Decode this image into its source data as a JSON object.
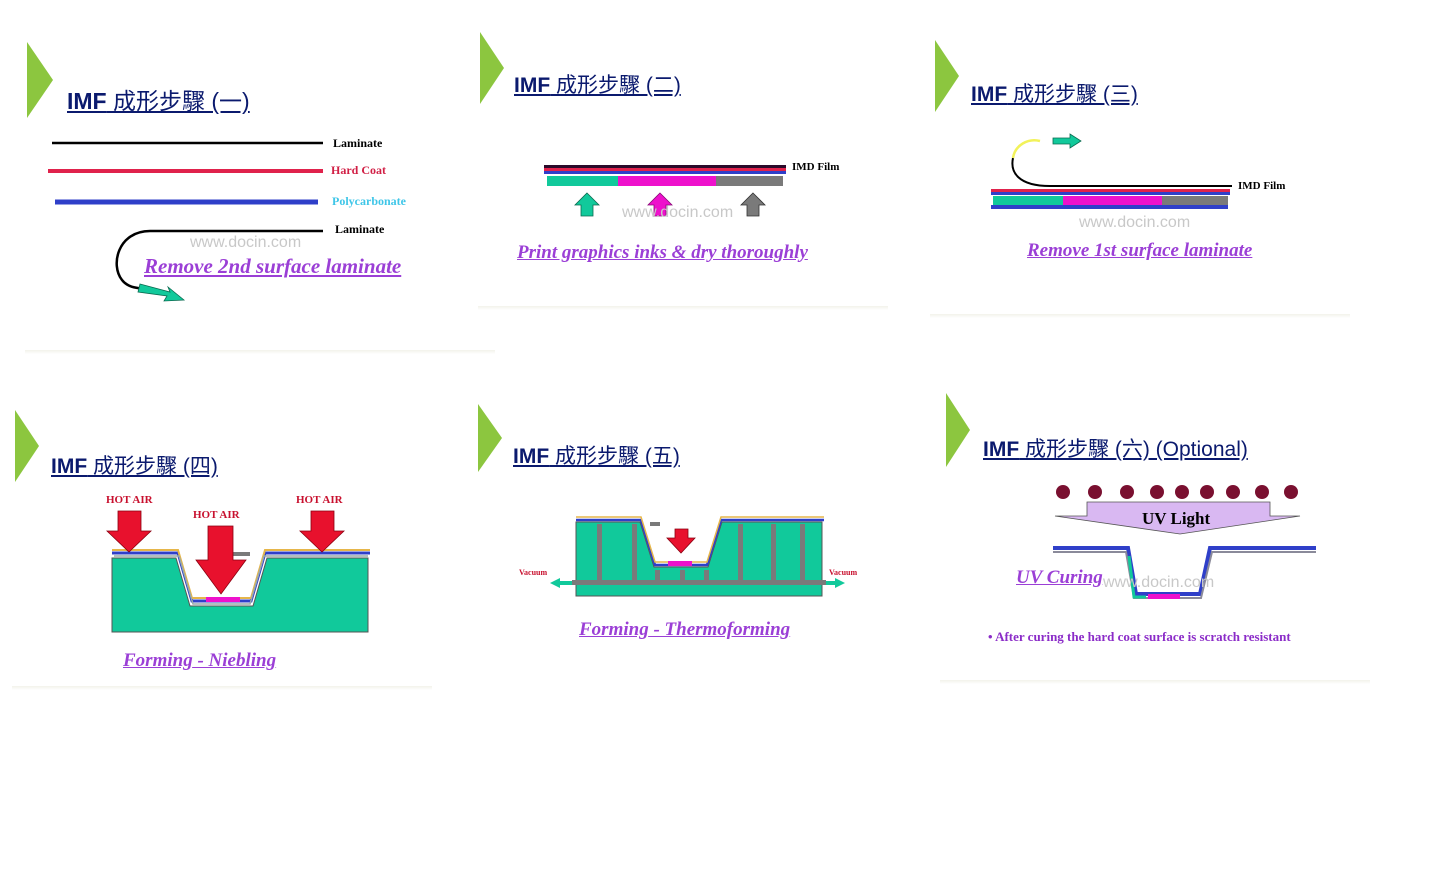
{
  "watermark": "www.docin.com",
  "colors": {
    "title": "#0b1a6e",
    "caption": "#9b3fd6",
    "chevron": "#8cc63f",
    "teal": "#11c99b",
    "magenta": "#ee11cc",
    "hard_coat": "#e0224c",
    "polycarbonate": "#2f3fc9",
    "hot_air": "#e8112d",
    "uv": "#d9b8f2",
    "gray": "#7a7a7a"
  },
  "steps": [
    {
      "title_prefix": "IMF",
      "title_suffix": "成形步驟 (一)",
      "labels": {
        "laminate_top": "Laminate",
        "hard_coat": "Hard Coat",
        "polycarbonate": "Polycarbonate",
        "laminate_bottom": "Laminate"
      },
      "caption": "Remove 2nd surface laminate"
    },
    {
      "title_prefix": "IMF",
      "title_suffix": "成形步驟 (二)",
      "labels": {
        "imd_film": "IMD Film"
      },
      "caption": "Print graphics inks & dry thoroughly"
    },
    {
      "title_prefix": "IMF",
      "title_suffix": "成形步驟 (三)",
      "labels": {
        "imd_film": "IMD Film"
      },
      "caption": "Remove 1st surface laminate"
    },
    {
      "title_prefix": "IMF",
      "title_suffix": "成形步驟 (四)",
      "labels": {
        "hot_air_left": "HOT AIR",
        "hot_air_center": "HOT AIR",
        "hot_air_right": "HOT AIR"
      },
      "caption_main": "Forming",
      "caption_rest": " - Niebling"
    },
    {
      "title_prefix": "IMF",
      "title_suffix": "成形步驟 (五)",
      "labels": {
        "vacuum_left": "Vacuum",
        "vacuum_right": "Vacuum"
      },
      "caption_main": "Forming",
      "caption_rest": " - Thermoforming"
    },
    {
      "title_prefix": "IMF",
      "title_suffix": "成形步驟 (六) (Optional)",
      "labels": {
        "uv_light": "UV Light",
        "uv_curing": "UV Curing"
      },
      "note": "• After curing the hard coat surface is scratch resistant"
    }
  ]
}
